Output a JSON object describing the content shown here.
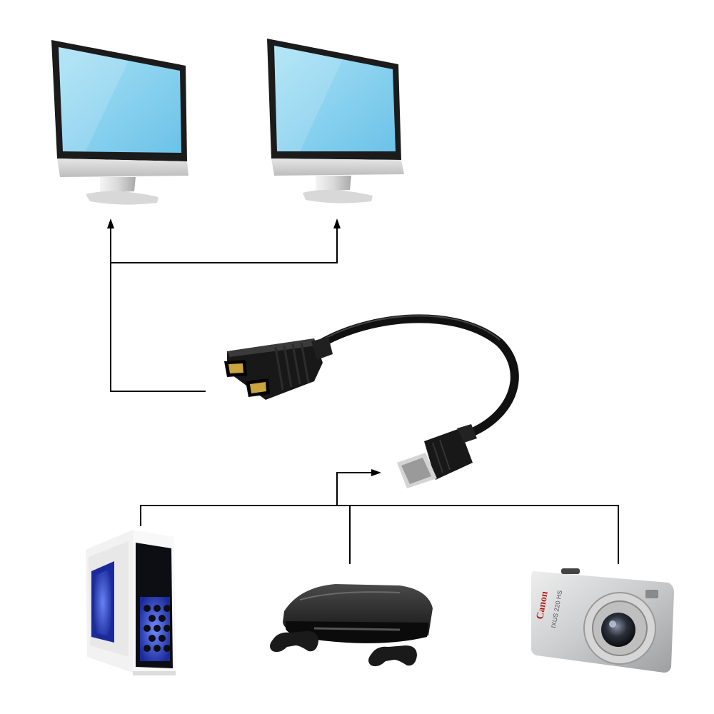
{
  "diagram": {
    "displays": [
      {
        "id": "monitor-left",
        "icon": "monitor-icon"
      },
      {
        "id": "monitor-right",
        "icon": "monitor-icon"
      }
    ],
    "adapter": {
      "icon": "hdmi-splitter-cable-icon",
      "female_ports": 2,
      "male_plug": 1
    },
    "sources": [
      {
        "id": "desktop-pc",
        "icon": "pc-tower-icon"
      },
      {
        "id": "game-console",
        "icon": "game-console-icon"
      },
      {
        "id": "digital-camera",
        "icon": "camera-icon"
      }
    ],
    "camera_branding": {
      "brand": "Canon",
      "model": "IXUS 220 HS"
    },
    "colors": {
      "screen": "#8fd3ef",
      "screen_dark": "#6cc2e8",
      "bezel": "#1b1b1b",
      "cable": "#111111",
      "connector_lines": "#000000",
      "pc_led": "#2f56ff",
      "camera_body": "#c9cbcd"
    }
  }
}
